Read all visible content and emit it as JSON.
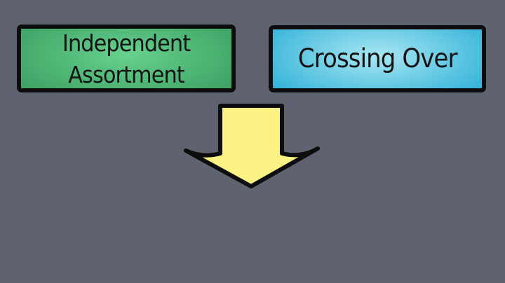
{
  "slide": {
    "boxes": {
      "left": {
        "line1": "Independent",
        "line2": "Assortment",
        "full_label": "Independent Assortment"
      },
      "right": {
        "line1": "Crossing Over",
        "full_label": "Crossing Over"
      }
    },
    "arrow": {
      "direction": "down",
      "meaning": "leads-to"
    }
  },
  "colors": {
    "background": "#5f626f",
    "outline": "#0d0d0d",
    "text": "#141414",
    "green_center": "#67d18e",
    "green_edge": "#3ba062",
    "blue_center": "#a9e7f2",
    "blue_edge": "#2db0d7",
    "arrow_fill": "#fcf384"
  }
}
